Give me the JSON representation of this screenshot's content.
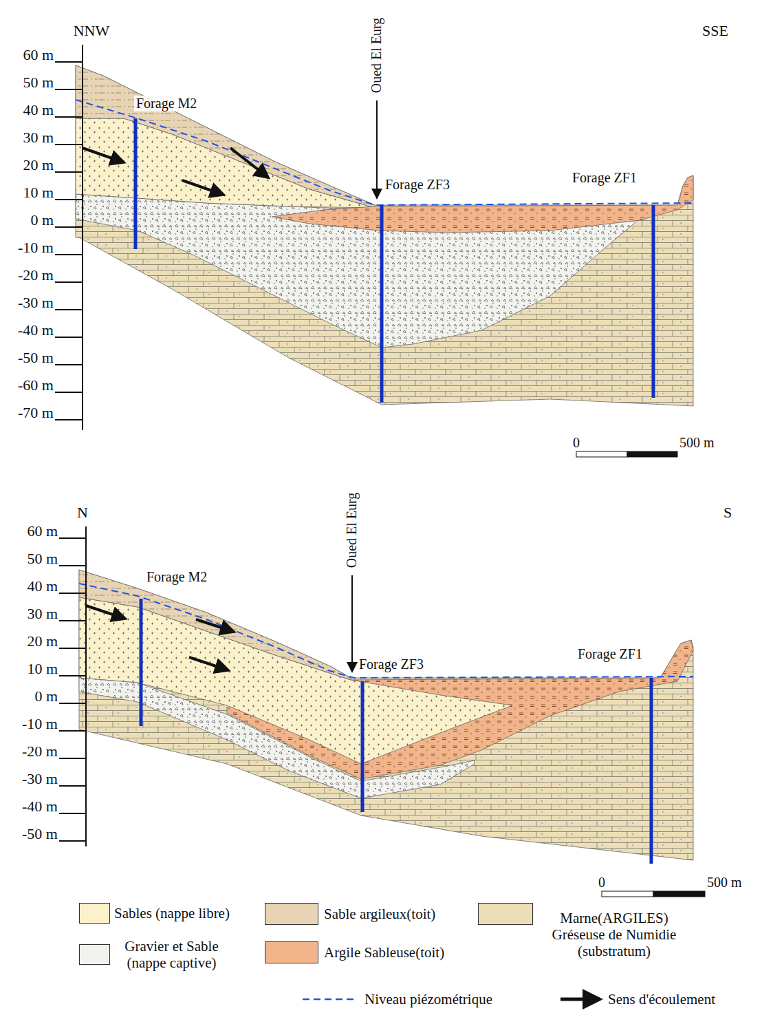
{
  "diagram": {
    "labels": [
      "NNW",
      "SSE",
      "60 m",
      "50 m",
      "40 m",
      "30 m",
      "20 m",
      "10 m",
      "0 m",
      "-10 m",
      "-20 m",
      "-30 m",
      "-40 m",
      "-50 m",
      "-60 m",
      "-70 m",
      "Forage M2",
      "Oued El Eurg",
      "Forage ZF3",
      "Forage ZF1",
      "0",
      "500 m",
      "N",
      "S",
      "60 m",
      "50 m",
      "40 m",
      "30 m",
      "20 m",
      "10 m",
      "0 m",
      "-10 m",
      "-20 m",
      "-30 m",
      "-40 m",
      "-50 m",
      "Forage M2",
      "Oued El Eurg",
      "Forage ZF3",
      "Forage ZF1",
      "0",
      "500 m"
    ],
    "legend": [
      {
        "text": "Sables (nappe libre)",
        "color": "#fbf2cc"
      },
      {
        "text": "Gravier et Sable (nappe captive)",
        "color": "#f2f2ee"
      },
      {
        "text": "Sable argileux(toit)",
        "color": "#e6d4b4"
      },
      {
        "text": "Argile Sableuse(toit)",
        "color": "#f2b48a"
      },
      {
        "text": "Marne(ARGILES) Gréseuse de Numidie (substratum)",
        "color": "#ecdfb8"
      },
      {
        "text": "Niveau piézométrique"
      },
      {
        "text": "Sens d'écoulement"
      }
    ]
  }
}
